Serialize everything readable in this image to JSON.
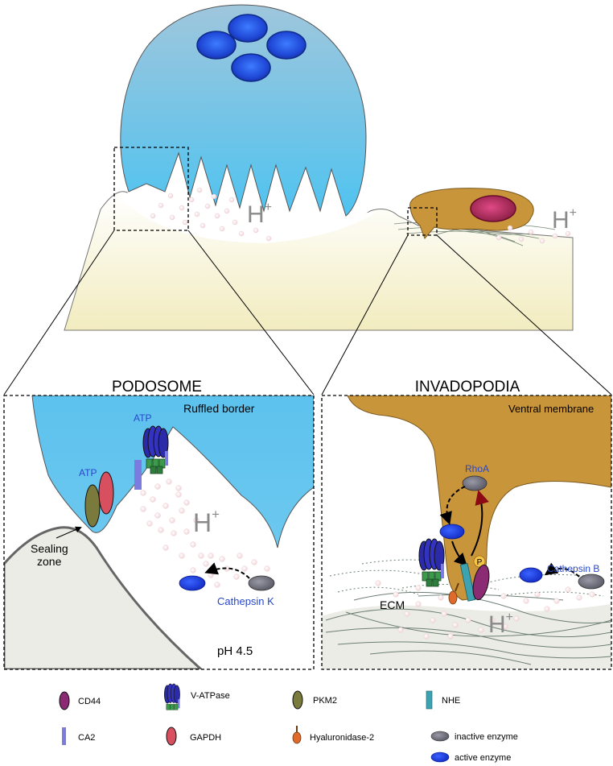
{
  "top": {
    "hplus_osteoclast": "H",
    "hplus_cancer": "H",
    "plus": "+"
  },
  "podosome": {
    "title": "PODOSOME",
    "ruffled_border": "Ruffled border",
    "atp_left": "ATP",
    "atp_top": "ATP",
    "hplus": "H",
    "plus": "+",
    "sealing_zone_line1": "Sealing",
    "sealing_zone_line2": "zone",
    "cathepsin": "Cathepsin K",
    "ph": "pH 4.5"
  },
  "invadopodia": {
    "title": "INVADOPODIA",
    "ventral_membrane": "Ventral membrane",
    "rhoa": "RhoA",
    "p_label": "P",
    "cathepsin": "Cathepsin B",
    "ecm": "ECM",
    "hplus": "H",
    "plus": "+"
  },
  "legend": {
    "cd44": "CD44",
    "vatpase": "V-ATPase",
    "pkm2": "PKM2",
    "nhe": "NHE",
    "ca2": "CA2",
    "gapdh": "GAPDH",
    "hyaluronidase": "Hyaluronidase-2",
    "inactive": "inactive enzyme",
    "active": "active enzyme"
  },
  "colors": {
    "cell_blue": "#5cc3ec",
    "nucleus_blue": "#2a52d8",
    "cancer_cell": "#c9953a",
    "bone": "#f4efc4",
    "label_blue": "#2747c9",
    "cd44": "#8a2b74",
    "pkm2": "#7a7a3c",
    "gapdh": "#d85060",
    "nhe": "#3ea3b0",
    "ca2": "#7b7be0",
    "hyaluronidase": "#e06a2c",
    "inactive_enzyme": "#7a7a86",
    "active_enzyme": "#2040d8"
  }
}
